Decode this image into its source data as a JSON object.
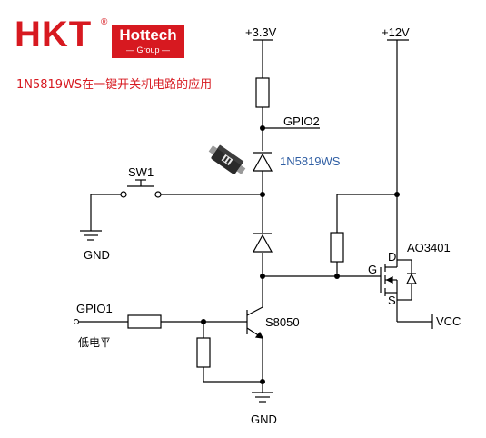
{
  "brand": {
    "logo_text": "HKT",
    "registered_mark": "®",
    "company_name": "Hottech",
    "company_sub": "— Group —",
    "color": "#d71920"
  },
  "caption": "1N5819WS在一键开关机电路的应用",
  "labels": {
    "vcc_33": "+3.3V",
    "vcc_12": "+12V",
    "gpio2": "GPIO2",
    "diode_part": "1N5819WS",
    "switch": "SW1",
    "gnd_left": "GND",
    "mosfet_part": "AO3401",
    "pin_d": "D",
    "pin_g": "G",
    "pin_s": "S",
    "vcc_out": "VCC",
    "gpio1": "GPIO1",
    "low_level": "低电平",
    "transistor_part": "S8050",
    "gnd_bottom": "GND"
  },
  "colors": {
    "wire": "#000000",
    "diode_part_label": "#2f5ea3",
    "package": "#222222"
  }
}
